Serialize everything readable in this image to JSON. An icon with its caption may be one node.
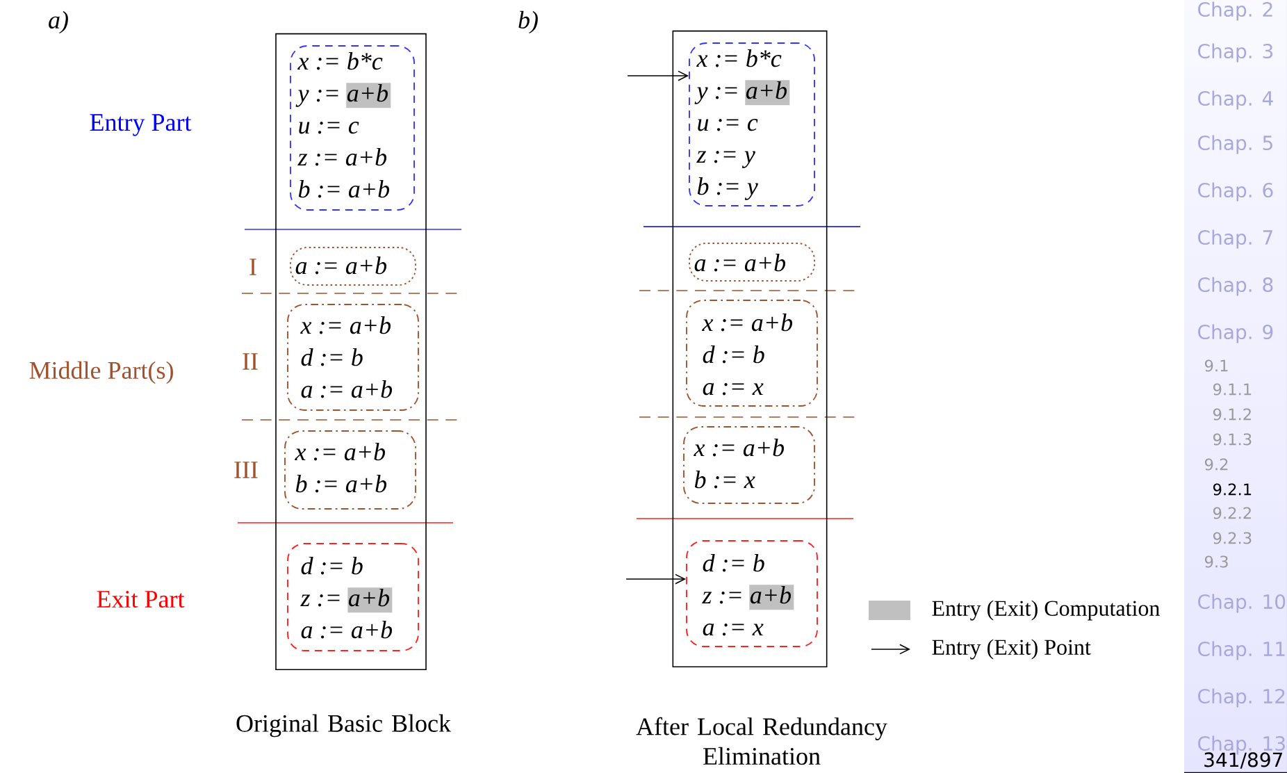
{
  "diagram": {
    "nodes": [
      {
        "text": [],
        "shape": "box",
        "beside": [
          "Original Basic Block"
        ]
      },
      {
        "text": [
          "x := b*c",
          "y := a+b",
          "u := c",
          "z := a+b",
          "b := a+b"
        ],
        "in": 0
      },
      {
        "text": [
          "a := a+b"
        ],
        "in": 0
      },
      {
        "text": [
          "x := a+b",
          "d := b",
          "a := a+b"
        ],
        "in": 0
      },
      {
        "text": [
          "x := a+b",
          "b := a+b"
        ],
        "in": 0
      },
      {
        "text": [
          "d := b",
          "z := a+b",
          "a := a+b"
        ],
        "in": 0
      },
      {
        "text": [],
        "shape": "box",
        "beside": [
          "After Local Redundancy Elimination"
        ]
      },
      {
        "text": [
          "x := b*c",
          "y := a+b",
          "u := c",
          "z := y",
          "b := y"
        ],
        "in": 6
      },
      {
        "text": [
          "a := a+b"
        ],
        "in": 6
      },
      {
        "text": [
          "x := a+b",
          "d := b",
          "a := x"
        ],
        "in": 6
      },
      {
        "text": [
          "x := a+b",
          "b := x"
        ],
        "in": 6
      },
      {
        "text": [
          "d := b",
          "z := a+b",
          "a := x"
        ],
        "in": 6
      }
    ],
    "edges": [
      {
        "from": null,
        "to": 7,
        "arrow": "to"
      },
      {
        "from": null,
        "to": 11,
        "arrow": "to"
      }
    ],
    "labels": [
      "a)",
      "b)",
      "Entry Part",
      "I",
      "Middle Part(s)",
      "II",
      "III",
      "Exit Part",
      "Chap. 2",
      "Chap. 3",
      "Chap. 4",
      "Chap. 5",
      "Chap. 6",
      "Chap. 7",
      "Chap. 8",
      "Chap. 9",
      "9.1",
      "9.1.1",
      "9.1.2",
      "9.1.3",
      "9.2",
      "9.2.1",
      "9.2.2",
      "9.2.3",
      "9.3",
      "Chap. 10",
      "Chap. 11",
      "Chap. 12",
      "Chap. 13",
      "341/897"
    ],
    "legend": [
      {
        "text": "Entry (Exit) Computation",
        "color": "#c0c0c0"
      },
      {
        "text": "Entry (Exit) Point"
      }
    ]
  }
}
